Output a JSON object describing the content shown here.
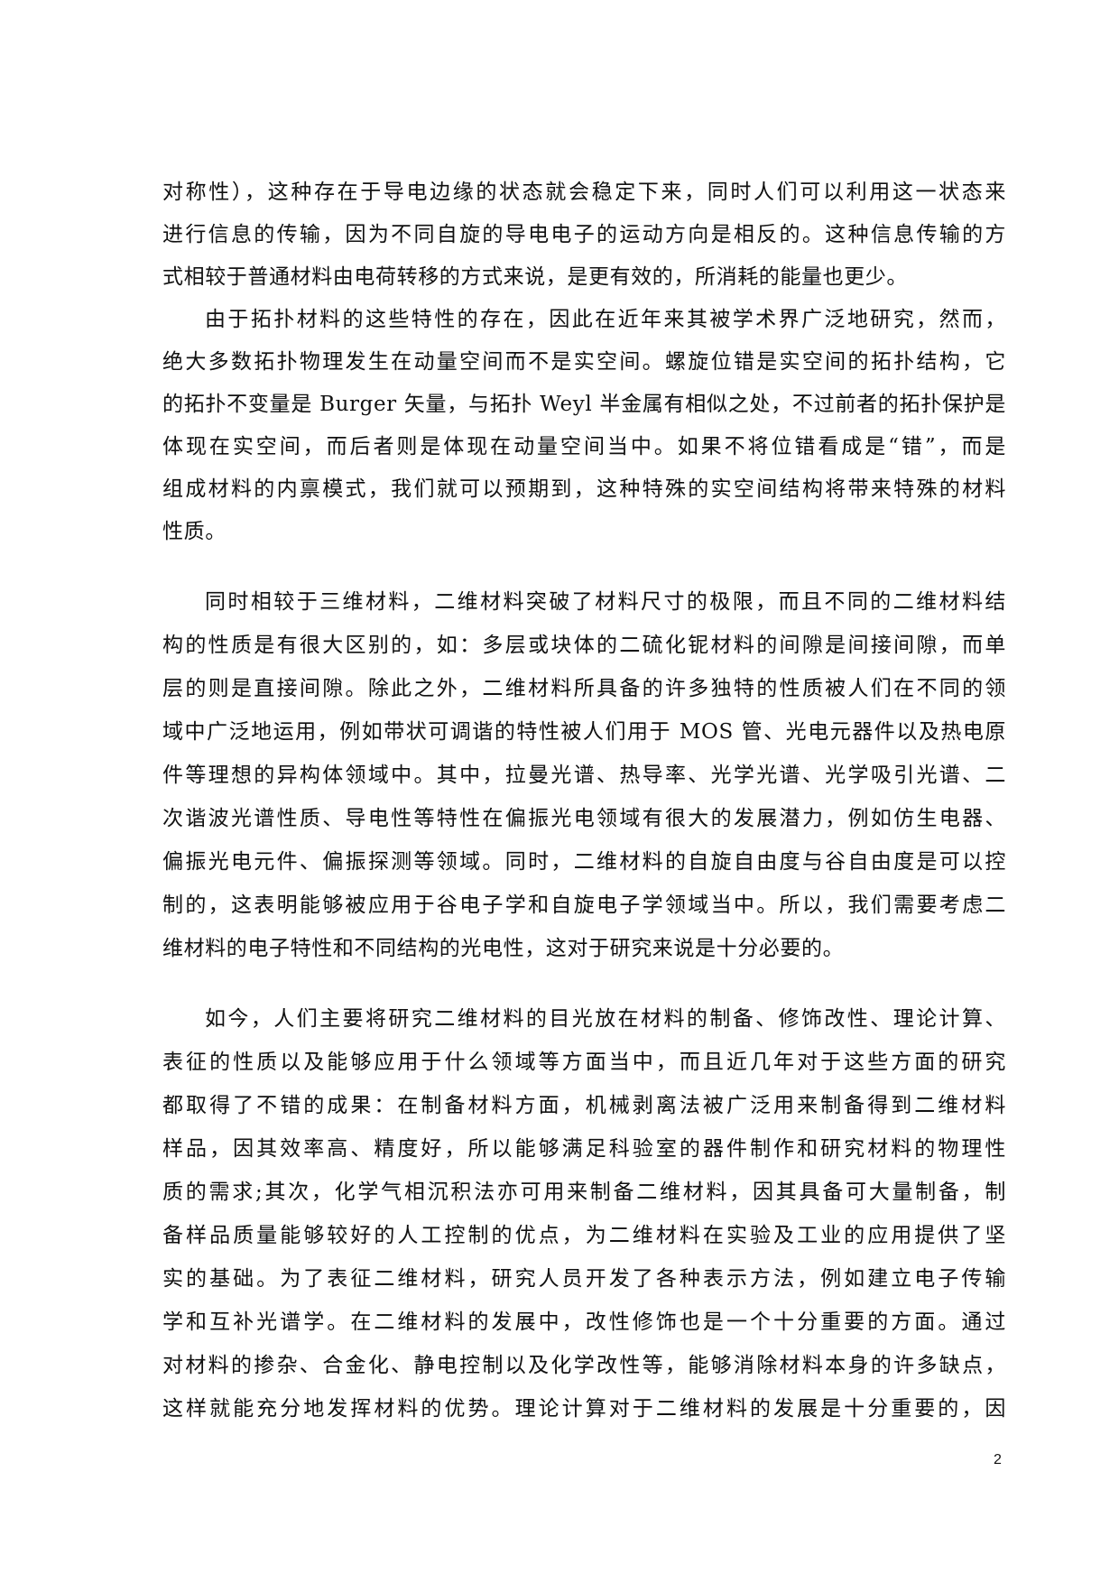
{
  "document": {
    "paragraphs": [
      {
        "lines": [
          "对称性），这种存在于导电边缘的状态就会稳定下来，同时人们可以利用这一状态来",
          "进行信息的传输，因为不同自旋的导电电子的运动方向是相反的。这种信息传输的方",
          "式相较于普通材料由电荷转移的方式来说，是更有效的，所消耗的能量也更少。"
        ]
      },
      {
        "lines": [
          "由于拓扑材料的这些特性的存在，因此在近年来其被学术界广泛地研究，然而，",
          "绝大多数拓扑物理发生在动量空间而不是实空间。螺旋位错是实空间的拓扑结构，它",
          "的拓扑不变量是 Burger 矢量，与拓扑 Weyl 半金属有相似之处，不过前者的拓扑保护是",
          "体现在实空间，而后者则是体现在动量空间当中。如果不将位错看成是“错”，而是",
          "组成材料的内禀模式，我们就可以预期到，这种特殊的实空间结构将带来特殊的材料",
          "性质。"
        ]
      },
      {
        "lines": [
          "同时相较于三维材料，二维材料突破了材料尺寸的极限，而且不同的二维材料结",
          "构的性质是有很大区别的，如：多层或块体的二硫化铌材料的间隙是间接间隙，而单",
          "层的则是直接间隙。除此之外，二维材料所具备的许多独特的性质被人们在不同的领",
          "域中广泛地运用，例如带状可调谐的特性被人们用于 MOS 管、光电元器件以及热电原",
          "件等理想的异构体领域中。其中，拉曼光谱、热导率、光学光谱、光学吸引光谱、二",
          "次谐波光谱性质、导电性等特性在偏振光电领域有很大的发展潜力，例如仿生电器、",
          "偏振光电元件、偏振探测等领域。同时，二维材料的自旋自由度与谷自由度是可以控",
          "制的，这表明能够被应用于谷电子学和自旋电子学领域当中。所以，我们需要考虑二",
          "维材料的电子特性和不同结构的光电性，这对于研究来说是十分必要的。"
        ]
      },
      {
        "lines": [
          "如今，人们主要将研究二维材料的目光放在材料的制备、修饰改性、理论计算、",
          "表征的性质以及能够应用于什么领域等方面当中，而且近几年对于这些方面的研究",
          "都取得了不错的成果：在制备材料方面，机械剥离法被广泛用来制备得到二维材料",
          "样品，因其效率高、精度好，所以能够满足科验室的器件制作和研究材料的物理性",
          "质的需求;其次，化学气相沉积法亦可用来制备二维材料，因其具备可大量制备，制",
          "备样品质量能够较好的人工控制的优点，为二维材料在实验及工业的应用提供了坚",
          "实的基础。为了表征二维材料，研究人员开发了各种表示方法，例如建立电子传输",
          "学和互补光谱学。在二维材料的发展中，改性修饰也是一个十分重要的方面。通过",
          "对材料的掺杂、合金化、静电控制以及化学改性等，能够消除材料本身的许多缺点，",
          "这样就能充分地发挥材料的优势。理论计算对于二维材料的发展是十分重要的，因"
        ]
      }
    ],
    "page_number": "2"
  }
}
